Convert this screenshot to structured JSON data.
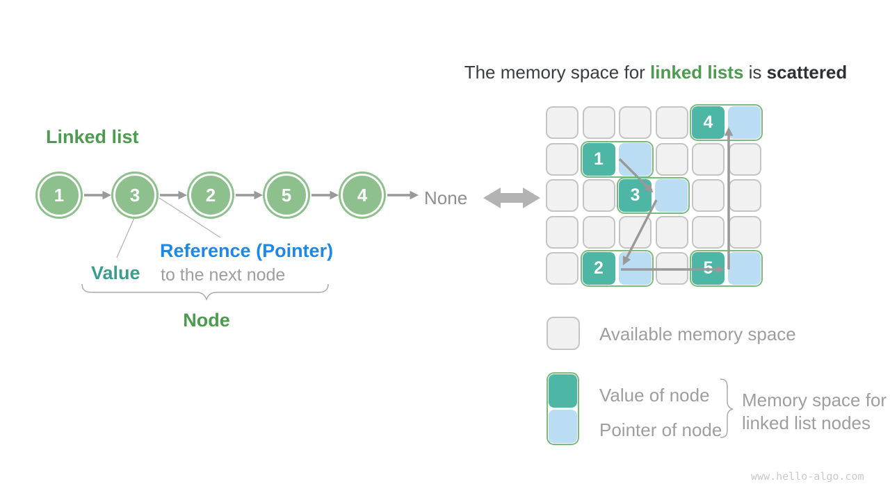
{
  "title": {
    "prefix": "The memory space for ",
    "highlight": "linked lists",
    "middle": " is ",
    "emphasis": "scattered"
  },
  "linked_list": {
    "heading": "Linked list",
    "nodes": [
      "1",
      "3",
      "2",
      "5",
      "4"
    ],
    "terminator": "None",
    "labels": {
      "value": "Value",
      "reference": "Reference (Pointer)",
      "reference_sub": "to the next node",
      "node": "Node"
    }
  },
  "memory_grid": {
    "rows": 5,
    "cols": 6,
    "node_pairs": [
      {
        "value": "4",
        "row": 0,
        "col": 4
      },
      {
        "value": "1",
        "row": 1,
        "col": 1
      },
      {
        "value": "3",
        "row": 2,
        "col": 2
      },
      {
        "value": "2",
        "row": 4,
        "col": 1
      },
      {
        "value": "5",
        "row": 4,
        "col": 4
      }
    ]
  },
  "legend": {
    "available": "Available memory space",
    "value_label": "Value of node",
    "pointer_label": "Pointer of node",
    "brace_label_line1": "Memory space for",
    "brace_label_line2": "linked list nodes"
  },
  "watermark": "www.hello-algo.com",
  "colors": {
    "heading_green": "#4C9B4E",
    "node_circle_green": "#8DC08D",
    "pair_border_green": "#79BB79",
    "value_cell_teal": "#4DB6A4",
    "pointer_cell_blue": "#BBDDF4",
    "value_text_teal": "#3A9D8D",
    "reference_text_blue": "#1E88E5",
    "gray_text": "#9E9E9E",
    "dark_text": "#3A3D40",
    "arrow_gray": "#999999",
    "double_arrow_gray": "#B3B3B3",
    "available_cell_fill": "#F1F1F1",
    "available_cell_border": "#C4C4C4"
  }
}
